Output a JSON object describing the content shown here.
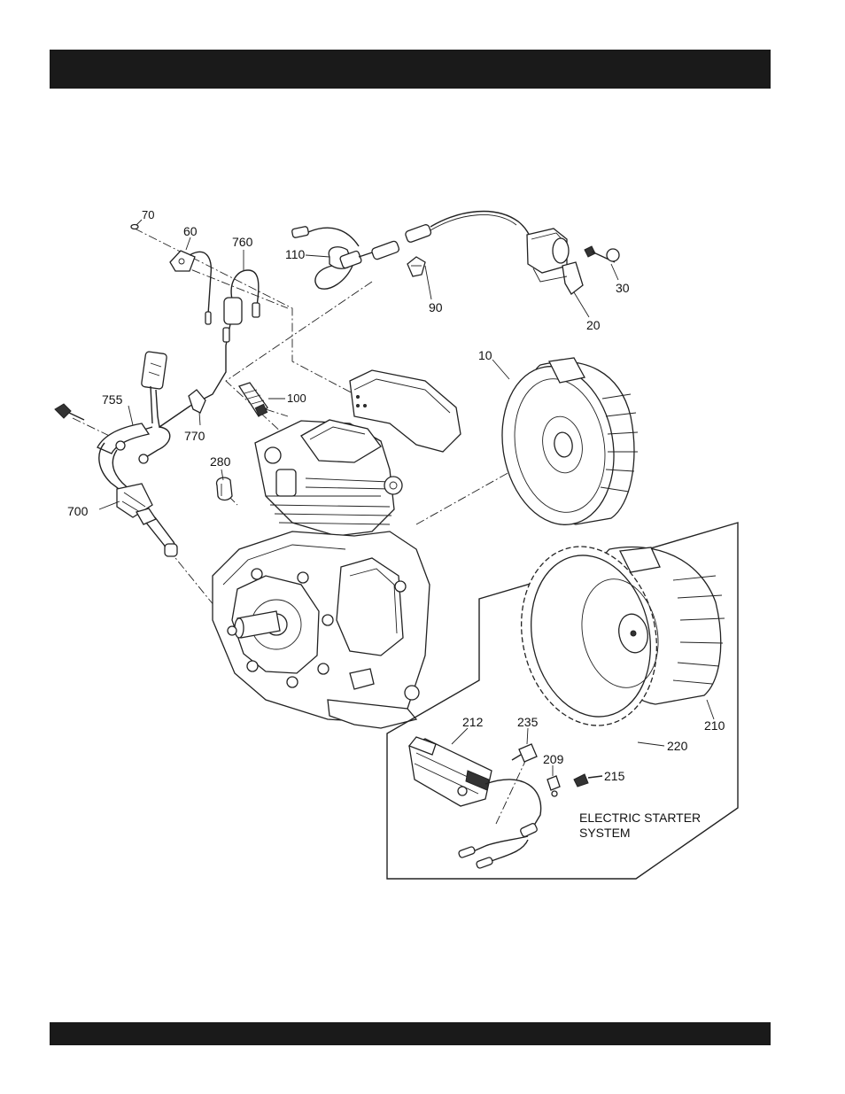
{
  "callouts": [
    {
      "key": "p70",
      "text": "70"
    },
    {
      "key": "p60",
      "text": "60"
    },
    {
      "key": "p760",
      "text": "760"
    },
    {
      "key": "p110",
      "text": "110"
    },
    {
      "key": "p90",
      "text": "90"
    },
    {
      "key": "p30",
      "text": "30"
    },
    {
      "key": "p20",
      "text": "20"
    },
    {
      "key": "p10",
      "text": "10"
    },
    {
      "key": "p100",
      "text": "100"
    },
    {
      "key": "p755",
      "text": "755"
    },
    {
      "key": "p770",
      "text": "770"
    },
    {
      "key": "p280",
      "text": "280"
    },
    {
      "key": "p700",
      "text": "700"
    },
    {
      "key": "p210",
      "text": "210"
    },
    {
      "key": "p220",
      "text": "220"
    },
    {
      "key": "p212",
      "text": "212"
    },
    {
      "key": "p235",
      "text": "235"
    },
    {
      "key": "p209",
      "text": "209"
    },
    {
      "key": "p215",
      "text": "215"
    }
  ],
  "inset": {
    "title_line1": "ELECTRIC STARTER",
    "title_line2": "SYSTEM"
  }
}
